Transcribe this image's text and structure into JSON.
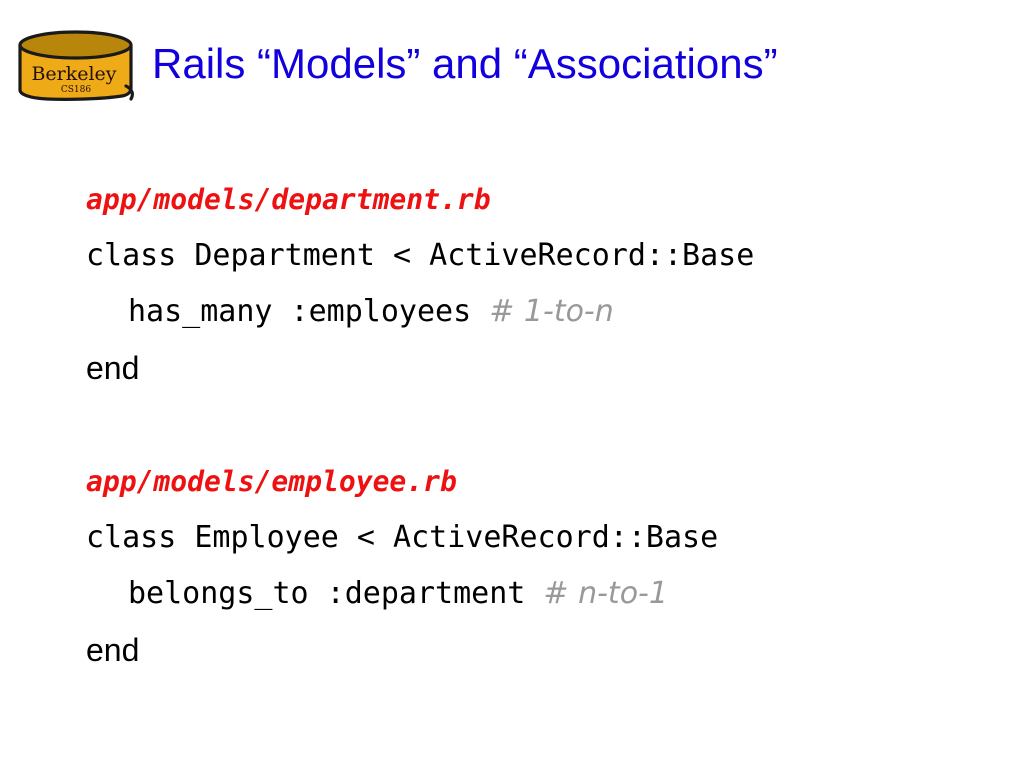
{
  "slide": {
    "title": "Rails “Models” and “Associations”",
    "title_color": "#1100dd",
    "background_color": "#ffffff"
  },
  "logo": {
    "name": "berkeley-cs186-cylinder-logo",
    "primary_text": "Berkeley",
    "secondary_text": "CS186",
    "body_color": "#efaa18",
    "top_color": "#b8860b",
    "outline_color": "#1a1a1a",
    "text_color": "#231007"
  },
  "colors": {
    "filename_red": "#ee1111",
    "code_black": "#000000",
    "comment_gray": "#999999"
  },
  "code_blocks": [
    {
      "filename": "app/models/department.rb",
      "lines": [
        {
          "code": "class Department < ActiveRecord::Base",
          "comment": "",
          "indented": false,
          "style": "mono"
        },
        {
          "code": "has_many :employees ",
          "comment": "# 1-to-n",
          "indented": true,
          "style": "mono"
        },
        {
          "code": "end",
          "comment": "",
          "indented": false,
          "style": "sans"
        }
      ]
    },
    {
      "filename": "app/models/employee.rb",
      "lines": [
        {
          "code": "class Employee < ActiveRecord::Base",
          "comment": "",
          "indented": false,
          "style": "mono"
        },
        {
          "code": "belongs_to :department ",
          "comment": "# n-to-1",
          "indented": true,
          "style": "mono"
        },
        {
          "code": "end",
          "comment": "",
          "indented": false,
          "style": "sans"
        }
      ]
    }
  ]
}
